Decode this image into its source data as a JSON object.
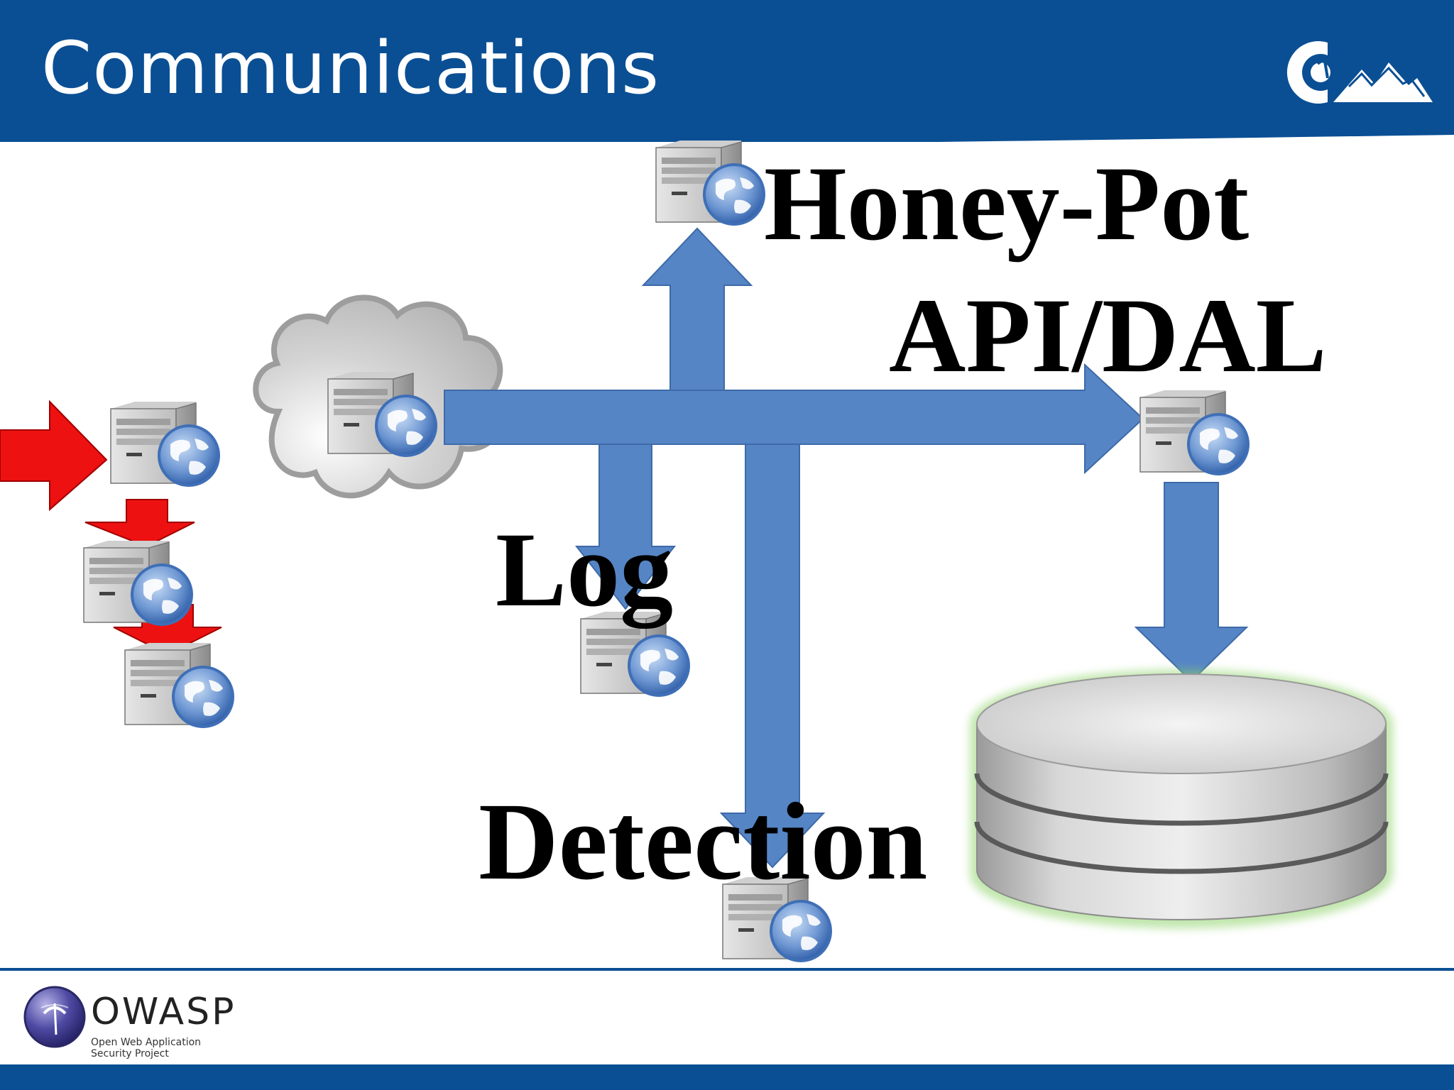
{
  "slide": {
    "title": "Communications"
  },
  "labels": {
    "honeypot": "Honey-Pot",
    "api_dal": "API/DAL",
    "log": "Log",
    "detection": "Detection"
  },
  "footer": {
    "logo_word": "OWASP",
    "logo_tagline_line1": "Open Web Application",
    "logo_tagline_line2": "Security Project"
  },
  "colors": {
    "header_blue": "#0a4f94",
    "arrow_blue": "#5585c5",
    "attack_red": "#ee1111"
  }
}
